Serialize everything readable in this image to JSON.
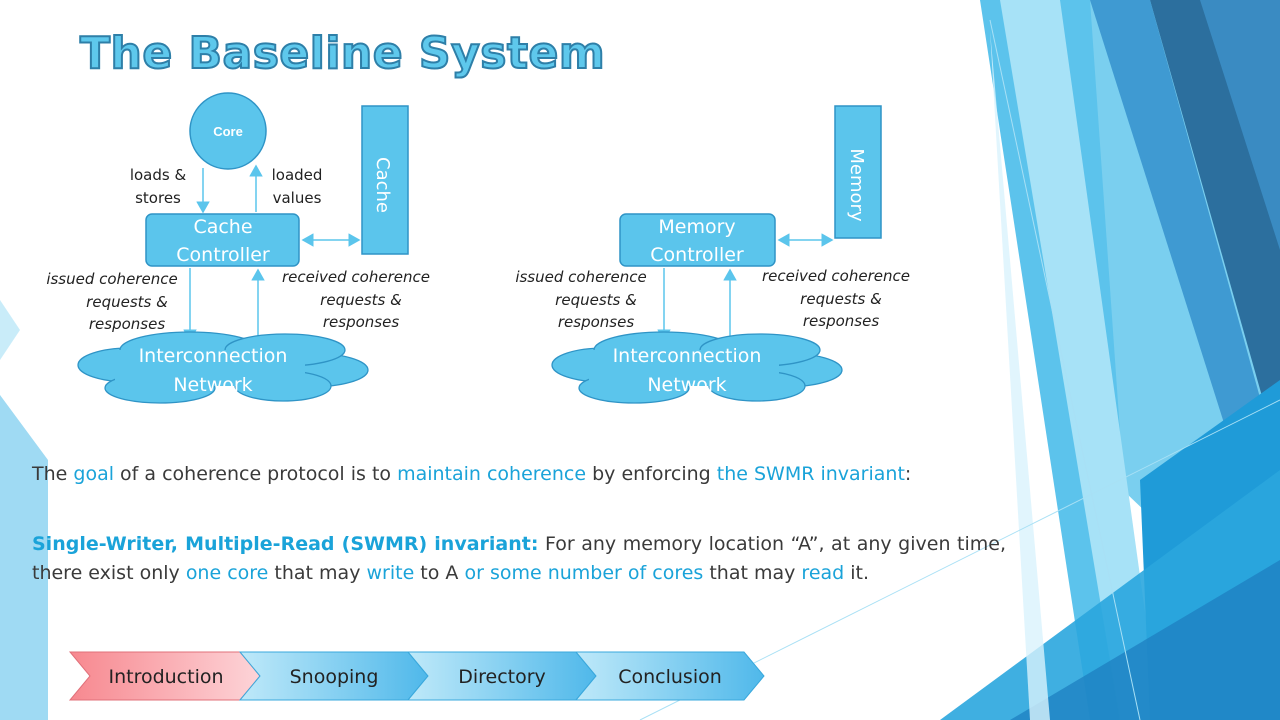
{
  "slide": {
    "title": "The Baseline System"
  },
  "diagram": {
    "core": "Core",
    "cache": "Cache",
    "cache_controller": [
      "Cache",
      "Controller"
    ],
    "memory": "Memory",
    "memory_controller": [
      "Memory",
      "Controller"
    ],
    "network": [
      "Interconnection",
      "Network"
    ],
    "loads_stores": [
      "loads &",
      "stores"
    ],
    "loaded_values": [
      "loaded",
      "values"
    ],
    "issued": [
      "issued coherence",
      "requests &",
      "responses"
    ],
    "received": [
      "received coherence",
      "requests &",
      "responses"
    ]
  },
  "text": {
    "p1_segments": [
      {
        "t": "The ",
        "s": "n"
      },
      {
        "t": "goal",
        "s": "h"
      },
      {
        "t": " of a coherence protocol is to ",
        "s": "n"
      },
      {
        "t": "maintain coherence",
        "s": "h"
      },
      {
        "t": " by enforcing ",
        "s": "n"
      },
      {
        "t": "the SWMR invariant",
        "s": "h"
      },
      {
        "t": ":",
        "s": "n"
      }
    ],
    "p2_segments": [
      {
        "t": "Single-Writer, Multiple-Read (SWMR) invariant:",
        "s": "b"
      },
      {
        "t": " For any memory location “A”, at any given time, there exist only ",
        "s": "n"
      },
      {
        "t": "one core",
        "s": "h"
      },
      {
        "t": " that may ",
        "s": "n"
      },
      {
        "t": "write",
        "s": "h"
      },
      {
        "t": " to A ",
        "s": "n"
      },
      {
        "t": "or some number of cores",
        "s": "h"
      },
      {
        "t": " that may ",
        "s": "n"
      },
      {
        "t": "read",
        "s": "h"
      },
      {
        "t": " it.",
        "s": "n"
      }
    ]
  },
  "nav": {
    "items": [
      "Introduction",
      "Snooping",
      "Directory",
      "Conclusion"
    ],
    "active_index": 0
  },
  "colors": {
    "box_fill": "#5bc5ec",
    "box_stroke": "#2f94c6",
    "arrow": "#5bc5ec",
    "text_dark": "#3a3a3a",
    "highlight": "#1aa3d9",
    "nav_active": "#fba3ae",
    "nav_inactive": "#6cc5ee"
  }
}
